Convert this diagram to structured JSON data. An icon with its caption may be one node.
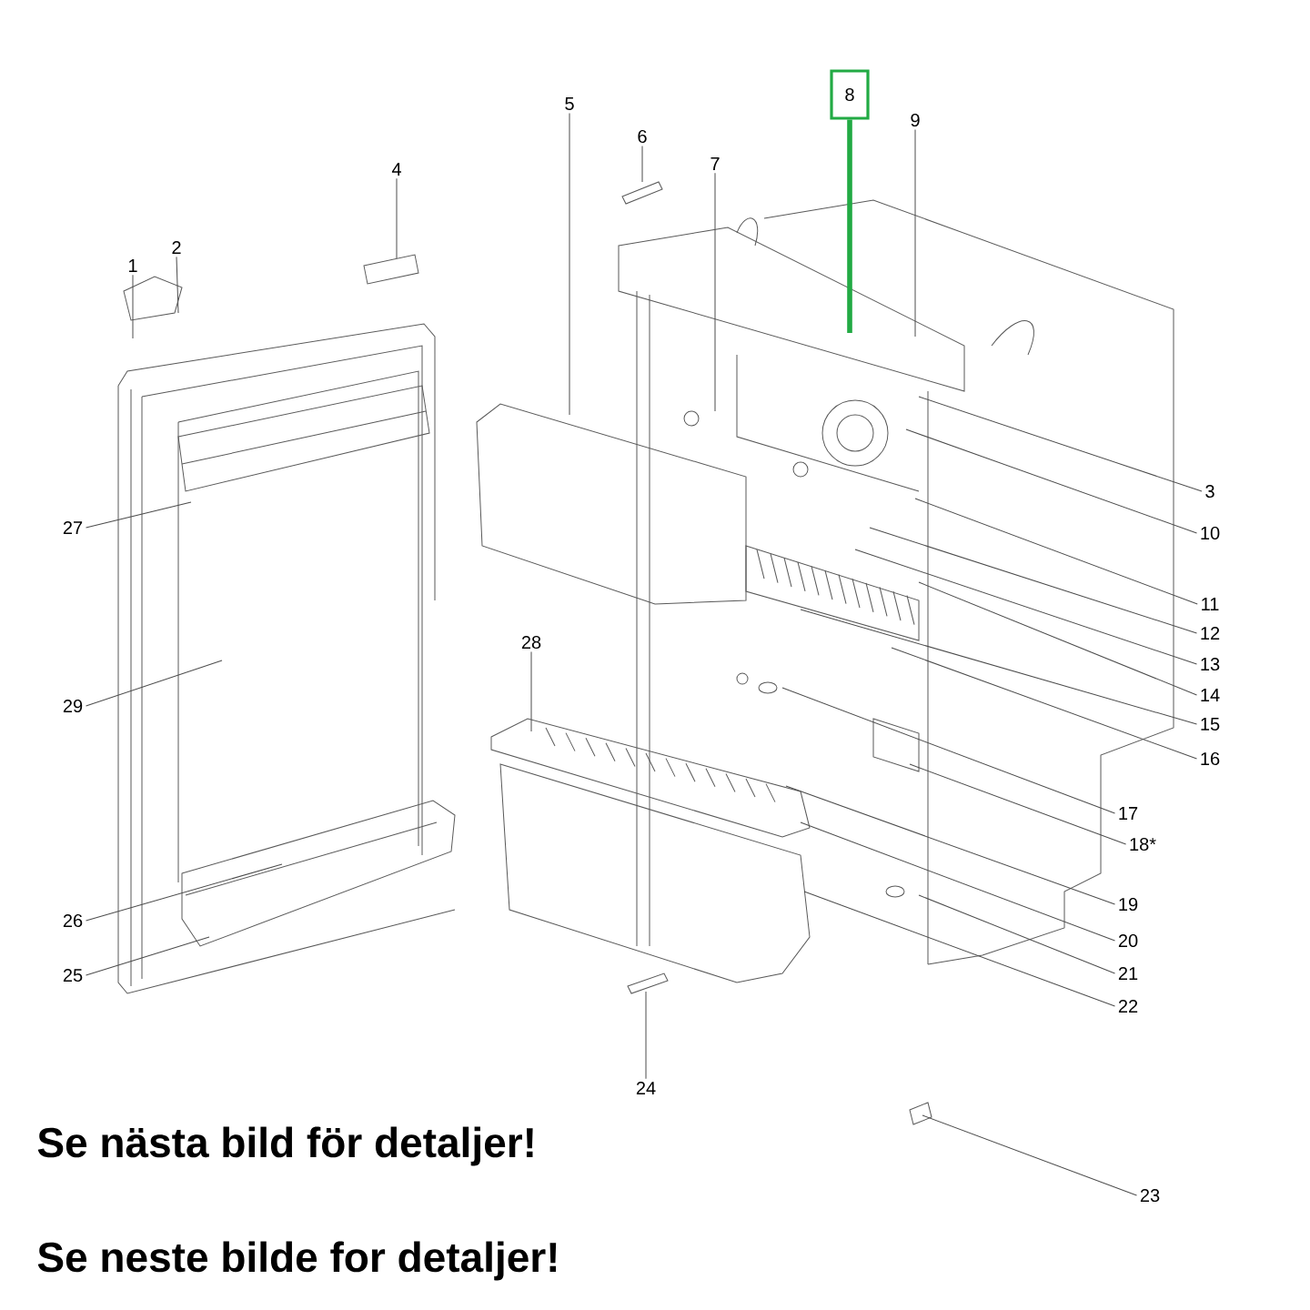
{
  "diagram": {
    "nodes": [
      {
        "text": [
          "1"
        ]
      },
      {
        "text": [
          "2"
        ]
      },
      {
        "text": [
          "3"
        ]
      },
      {
        "text": [
          "4"
        ]
      },
      {
        "text": [
          "5"
        ]
      },
      {
        "text": [
          "6"
        ]
      },
      {
        "text": [
          "7"
        ]
      },
      {
        "text": [
          "8"
        ]
      },
      {
        "text": [
          "9"
        ]
      },
      {
        "text": [
          "10"
        ]
      },
      {
        "text": [
          "11"
        ]
      },
      {
        "text": [
          "12"
        ]
      },
      {
        "text": [
          "13"
        ]
      },
      {
        "text": [
          "14"
        ]
      },
      {
        "text": [
          "15"
        ]
      },
      {
        "text": [
          "16"
        ]
      },
      {
        "text": [
          "17"
        ]
      },
      {
        "text": [
          "18*"
        ]
      },
      {
        "text": [
          "19"
        ]
      },
      {
        "text": [
          "20"
        ]
      },
      {
        "text": [
          "21"
        ]
      },
      {
        "text": [
          "22"
        ]
      },
      {
        "text": [
          "23"
        ]
      },
      {
        "text": [
          "24"
        ]
      },
      {
        "text": [
          "25"
        ]
      },
      {
        "text": [
          "26"
        ]
      },
      {
        "text": [
          "27"
        ]
      },
      {
        "text": [
          "28"
        ]
      },
      {
        "text": [
          "29"
        ]
      }
    ],
    "edges": [
      {
        "from": 0,
        "to": null,
        "arrow": "none"
      },
      {
        "from": 1,
        "to": null,
        "arrow": "none"
      },
      {
        "from": 2,
        "to": null,
        "arrow": "none"
      },
      {
        "from": 3,
        "to": null,
        "arrow": "none"
      },
      {
        "from": 4,
        "to": null,
        "arrow": "none"
      },
      {
        "from": 5,
        "to": null,
        "arrow": "none"
      },
      {
        "from": 6,
        "to": null,
        "arrow": "none"
      },
      {
        "from": 7,
        "to": null,
        "arrow": "none",
        "style": "thick",
        "color": "#22aa44"
      },
      {
        "from": 8,
        "to": null,
        "arrow": "none"
      },
      {
        "from": 9,
        "to": null,
        "arrow": "none"
      },
      {
        "from": 10,
        "to": null,
        "arrow": "none"
      },
      {
        "from": 11,
        "to": null,
        "arrow": "none"
      },
      {
        "from": 12,
        "to": null,
        "arrow": "none"
      },
      {
        "from": 13,
        "to": null,
        "arrow": "none"
      },
      {
        "from": 14,
        "to": null,
        "arrow": "none"
      },
      {
        "from": 15,
        "to": null,
        "arrow": "none"
      },
      {
        "from": 16,
        "to": null,
        "arrow": "none"
      },
      {
        "from": 17,
        "to": null,
        "arrow": "none"
      },
      {
        "from": 18,
        "to": null,
        "arrow": "none"
      },
      {
        "from": 19,
        "to": null,
        "arrow": "none"
      },
      {
        "from": 20,
        "to": null,
        "arrow": "none"
      },
      {
        "from": 21,
        "to": null,
        "arrow": "none"
      },
      {
        "from": 22,
        "to": null,
        "arrow": "none"
      },
      {
        "from": 23,
        "to": null,
        "arrow": "none"
      },
      {
        "from": 24,
        "to": null,
        "arrow": "none"
      },
      {
        "from": 25,
        "to": null,
        "arrow": "none"
      },
      {
        "from": 26,
        "to": null,
        "arrow": "none"
      },
      {
        "from": 27,
        "to": null,
        "arrow": "none"
      },
      {
        "from": 28,
        "to": null,
        "arrow": "none"
      }
    ],
    "labels": [
      "Se nästa bild för detaljer!",
      "Se neste bilde for detaljer!"
    ]
  }
}
